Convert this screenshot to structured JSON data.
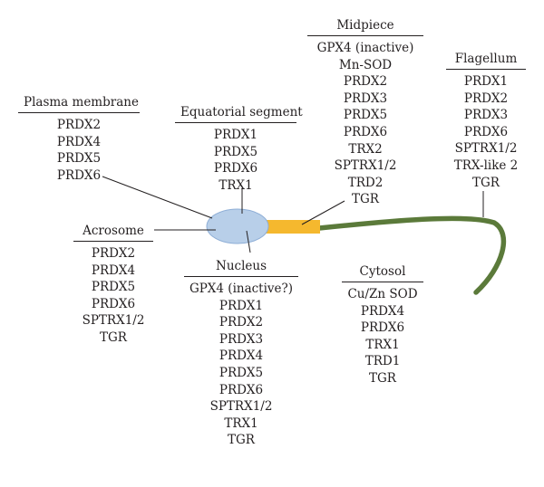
{
  "colors": {
    "ink": "#231f20",
    "head_fill": "#b8cfe9",
    "head_stroke": "#8eaed6",
    "midpiece_fill": "#f5b82e",
    "flagellum_stroke": "#5b7a3a"
  },
  "groups": {
    "plasma_membrane": {
      "title": "Plasma membrane",
      "items": [
        "PRDX2",
        "PRDX4",
        "PRDX5",
        "PRDX6"
      ]
    },
    "equatorial_segment": {
      "title": "Equatorial segment",
      "items": [
        "PRDX1",
        "PRDX5",
        "PRDX6",
        "TRX1"
      ]
    },
    "midpiece": {
      "title": "Midpiece",
      "items": [
        "GPX4 (inactive)",
        "Mn-SOD",
        "PRDX2",
        "PRDX3",
        "PRDX5",
        "PRDX6",
        "TRX2",
        "SPTRX1/2",
        "TRD2",
        "TGR"
      ]
    },
    "flagellum": {
      "title": "Flagellum",
      "items": [
        "PRDX1",
        "PRDX2",
        "PRDX3",
        "PRDX6",
        "SPTRX1/2",
        "TRX-like 2",
        "TGR"
      ]
    },
    "acrosome": {
      "title": "Acrosome",
      "items": [
        "PRDX2",
        "PRDX4",
        "PRDX5",
        "PRDX6",
        "SPTRX1/2",
        "TGR"
      ]
    },
    "nucleus": {
      "title": "Nucleus",
      "items": [
        "GPX4 (inactive?)",
        "PRDX1",
        "PRDX2",
        "PRDX3",
        "PRDX4",
        "PRDX5",
        "PRDX6",
        "SPTRX1/2",
        "TRX1",
        "TGR"
      ]
    },
    "cytosol": {
      "title": "Cytosol",
      "items": [
        "Cu/Zn SOD",
        "PRDX4",
        "PRDX6",
        "TRX1",
        "TRD1",
        "TGR"
      ]
    }
  }
}
